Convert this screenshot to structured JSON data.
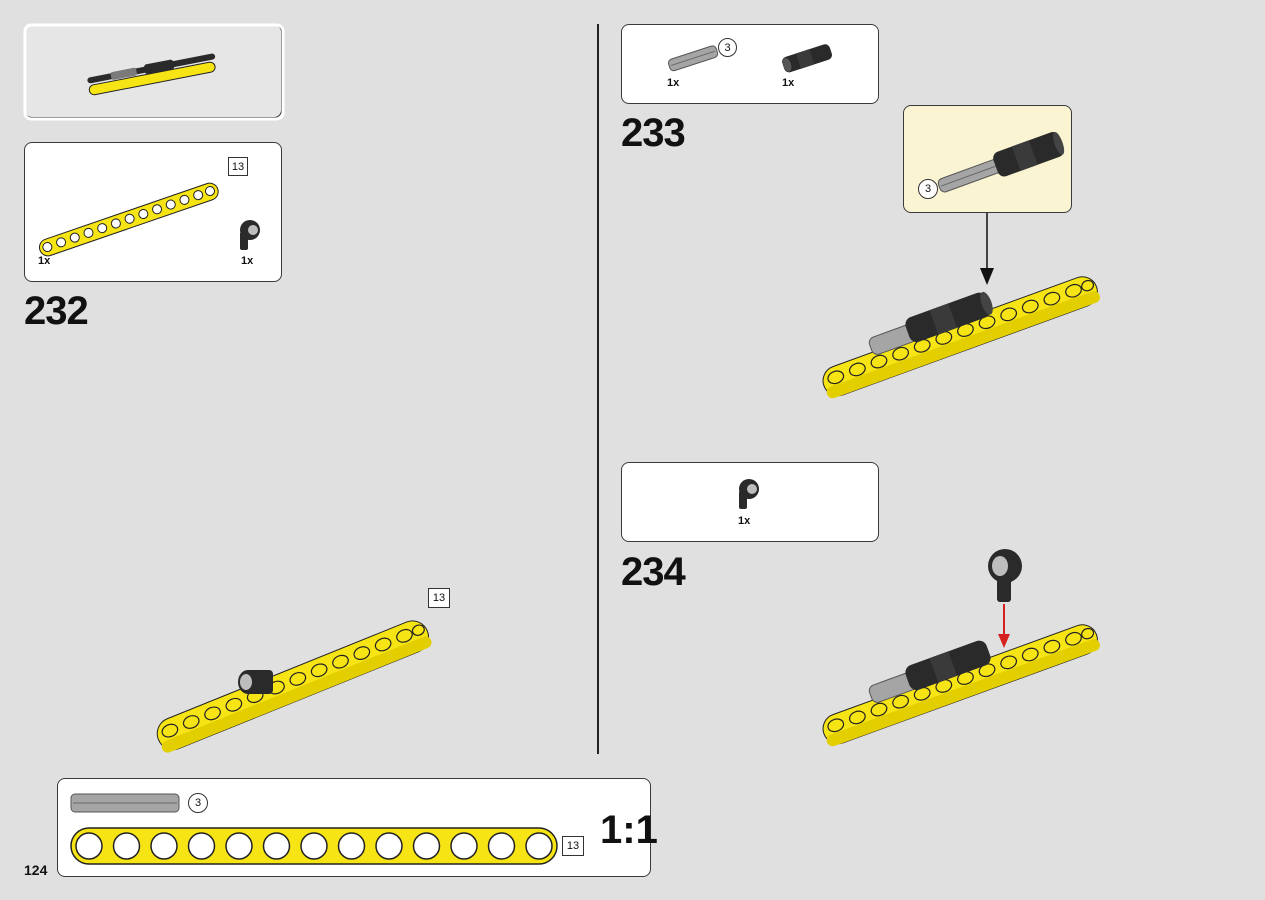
{
  "page_number": "124",
  "divider": {
    "color": "#222222"
  },
  "colors": {
    "beam_yellow": "#f7e414",
    "dark_part": "#2a2a2a",
    "axle_grey": "#9a9a9a",
    "callout_bg": "#fbf4d3",
    "arrow_red": "#d62020"
  },
  "previous_result": {
    "image": "beam-with-axle-assembly"
  },
  "step_232": {
    "number": "232",
    "parts": [
      {
        "name": "yellow-beam-13",
        "qty": "1x",
        "size_label": "13"
      },
      {
        "name": "black-connector",
        "qty": "1x"
      }
    ],
    "assembly_label": "13"
  },
  "step_233": {
    "number": "233",
    "parts": [
      {
        "name": "grey-axle-3",
        "qty": "1x",
        "size_label": "3"
      },
      {
        "name": "black-axle-connector",
        "qty": "1x"
      }
    ],
    "callout_label": "3"
  },
  "step_234": {
    "number": "234",
    "parts": [
      {
        "name": "black-connector",
        "qty": "1x"
      }
    ]
  },
  "scale_guide": {
    "axle_label": "3",
    "beam_label": "13",
    "beam_holes": 13,
    "ratio": "1:1"
  }
}
